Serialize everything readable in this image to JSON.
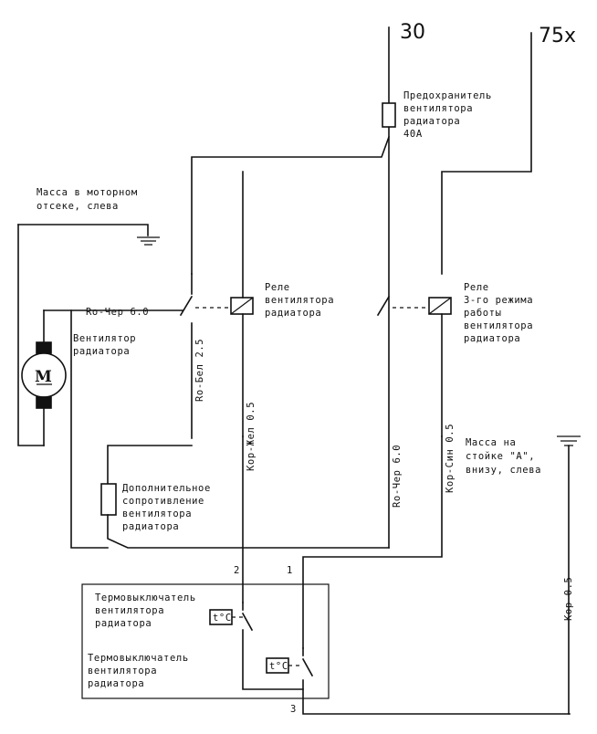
{
  "terminals": {
    "t30": "30",
    "t75x": "75x"
  },
  "labels": {
    "fuse": [
      "Предохранитель",
      "вентилятора",
      "радиатора",
      "40А"
    ],
    "ground_engine": [
      "Масса в моторном",
      "отсеке, слева"
    ],
    "relay1": [
      "Реле",
      "вентилятора",
      "радиатора"
    ],
    "relay2": [
      "Реле",
      "3-го режима",
      "работы",
      "вентилятора",
      "радиатора"
    ],
    "motor": [
      "Вентилятор",
      "радиатора"
    ],
    "motor_symbol": "M",
    "ground_pillar": [
      "Масса на",
      "стойке \"А\",",
      "внизу, слева"
    ],
    "resistor": [
      "Дополнительное",
      "сопротивление",
      "вентилятора",
      "радиатора"
    ],
    "thermo1": [
      "Термовыключатель",
      "вентилятора",
      "радиатора"
    ],
    "thermo2": [
      "Термовыключатель",
      "вентилятора",
      "радиатора"
    ],
    "thermo_symbol": "t°C"
  },
  "wire_labels": {
    "motor_wire": "Ro-Чер 6.0",
    "w1": "Ro-Бел 2.5",
    "w2": "Kор-Жел 0.5",
    "w3": "Ro-Чер 6.0",
    "w4": "Kор-Син 0.5",
    "w5": "Kор 0.5"
  },
  "pins": {
    "p1": "1",
    "p2": "2",
    "p3": "3"
  }
}
